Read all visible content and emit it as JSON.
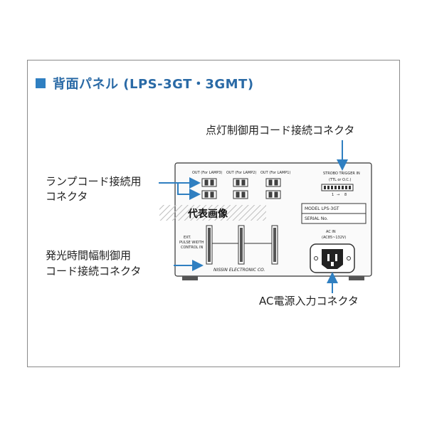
{
  "title": "背面パネル (LPS-3GT・3GMT)",
  "labels": {
    "strobe_connector": "点灯制御用コード接続コネクタ",
    "lamp_connector_l1": "ランプコード接続用",
    "lamp_connector_l2": "コネクタ",
    "pulse_connector_l1": "発光時間幅制御用",
    "pulse_connector_l2": "コード接続コネクタ",
    "ac_connector": "AC電源入力コネクタ",
    "representative_image": "代表画像"
  },
  "panel": {
    "out_lamp3": "OUT (For LAMP3)",
    "out_lamp2": "OUT (For LAMP2)",
    "out_lamp1": "OUT (For LAMP1)",
    "strobe_trigger": "STROBO TRIGGER IN",
    "strobe_ttl": "(TTL or O.C.)",
    "strobe_range_start": "1",
    "strobe_range_arrow": "→",
    "strobe_range_end": "8",
    "model": "MODEL  LPS-3GT",
    "serial": "SERIAL No.",
    "ext_l1": "EXT.",
    "ext_l2": "PULSE WIDTH",
    "ext_l3": "CONTROL IN",
    "ac_in": "AC IN",
    "ac_range": "(AC85~132V)",
    "maker": "NISSIN ELECTRONIC CO."
  },
  "colors": {
    "accent": "#2f7fc1",
    "title": "#2a6aa6",
    "arrow": "#2f7fc1"
  }
}
